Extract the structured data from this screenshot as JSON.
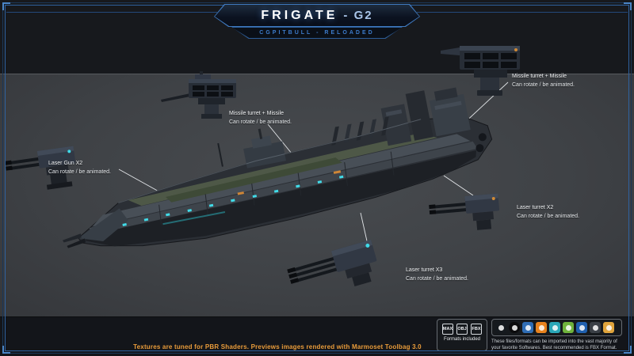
{
  "header": {
    "title_main": "FRIGATE",
    "title_suffix": "- G2",
    "subtitle": "CGPITBULL - RELOADED"
  },
  "callouts": [
    {
      "line1": "Missile turret + Missile",
      "line2": "Can rotate / be animated."
    },
    {
      "line1": "Missile turret + Missile",
      "line2": "Can rotate / be animated."
    },
    {
      "line1": "Laser Gun X2",
      "line2": "Can rotate / be animated."
    },
    {
      "line1": "Laser turret X2",
      "line2": "Can rotate / be animated."
    },
    {
      "line1": "Laser turret X3",
      "line2": "Can rotate / be animated."
    }
  ],
  "footer": {
    "pbr_note": "Textures are tuned for PBR Shaders. Previews images rendered with Marmoset Toolbag 3.0",
    "formats_label": "Formats included",
    "format_badges": [
      "MAX",
      "OBJ",
      "FBX"
    ],
    "import_note": "These files/formats can be imported into the vast majority of your favorite Softwares. Best recommended is FBX Format.",
    "software_icons": [
      {
        "name": "app-icon-1",
        "color": "#15191e"
      },
      {
        "name": "app-icon-2",
        "color": "#0b0b0d"
      },
      {
        "name": "app-icon-3",
        "color": "#2f6db5"
      },
      {
        "name": "app-icon-4",
        "color": "#e8821e"
      },
      {
        "name": "app-icon-5",
        "color": "#2aa7b8"
      },
      {
        "name": "app-icon-6",
        "color": "#6fb33c"
      },
      {
        "name": "app-icon-7",
        "color": "#1f5fae"
      },
      {
        "name": "app-icon-8",
        "color": "#3a3f46"
      },
      {
        "name": "app-icon-9",
        "color": "#e0a43c"
      }
    ]
  },
  "colors": {
    "frame_blue": "#2f62a0",
    "accent_blue": "#3d7ccc",
    "note_orange": "#ea9c3a",
    "band_gray": "#3f4246",
    "background_dark": "#17191d",
    "window_cyan": "#41dbe8"
  }
}
